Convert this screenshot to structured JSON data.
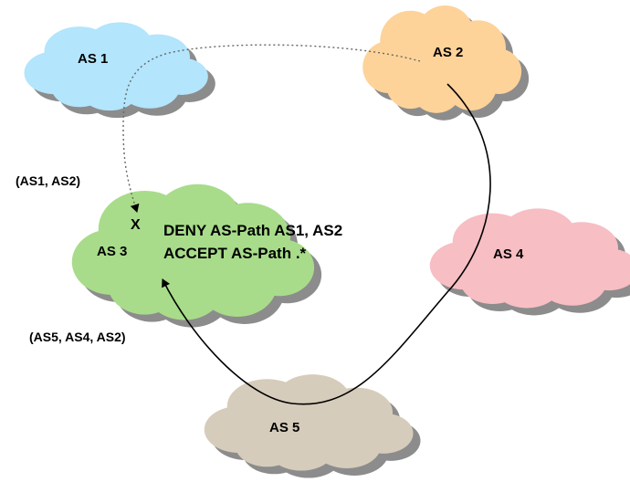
{
  "nodes": {
    "as1": {
      "label": "AS 1",
      "color": "#b3e5fc"
    },
    "as2": {
      "label": "AS 2",
      "color": "#fdd39a"
    },
    "as3": {
      "label": "AS 3",
      "color": "#a8dc8a"
    },
    "as4": {
      "label": "AS 4",
      "color": "#f7bec4"
    },
    "as5": {
      "label": "AS 5",
      "color": "#d6ccbb"
    }
  },
  "shadow_color": "#8c8c8c",
  "path_labels": {
    "path1": "(AS1, AS2)",
    "path2": "(AS5, AS4, AS2)"
  },
  "reject_mark": "X",
  "policy": {
    "line1": "DENY AS-Path AS1, AS2",
    "line2": "ACCEPT AS-Path .*"
  }
}
